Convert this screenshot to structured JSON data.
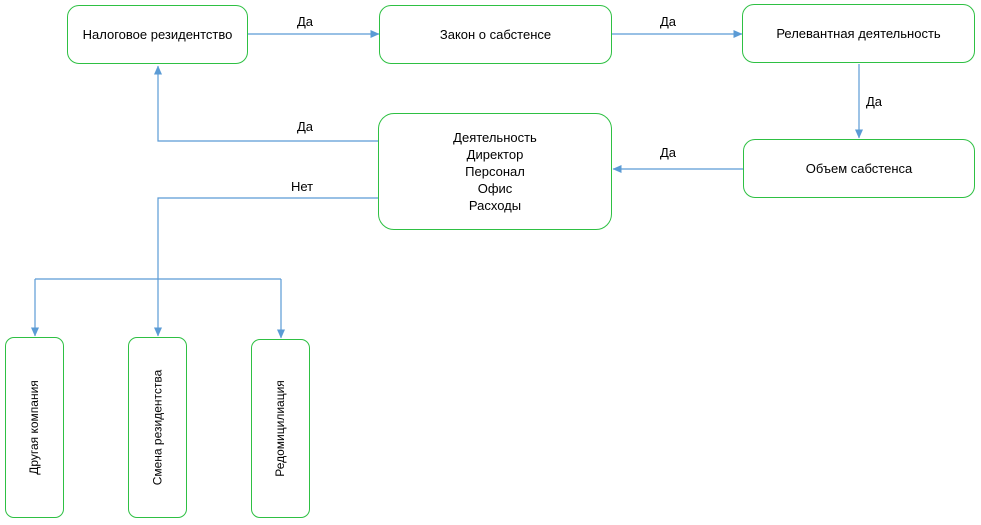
{
  "nodes": {
    "tax_residency": "Налоговое резидентство",
    "substance_law": "Закон о сабстенсе",
    "relevant_activity": "Релевантная деятельность",
    "substance_scope": "Объем сабстенса",
    "requirements": [
      "Деятельность",
      "Директор",
      "Персонал",
      "Офис",
      "Расходы"
    ],
    "other_company": "Другая компания",
    "residency_change": "Смена резидентства",
    "redomiciliation": "Редомицилиация"
  },
  "edge_labels": {
    "yes": "Да",
    "no": "Нет"
  },
  "colors": {
    "node_border": "#2ec043",
    "connector": "#5b9bd5"
  }
}
